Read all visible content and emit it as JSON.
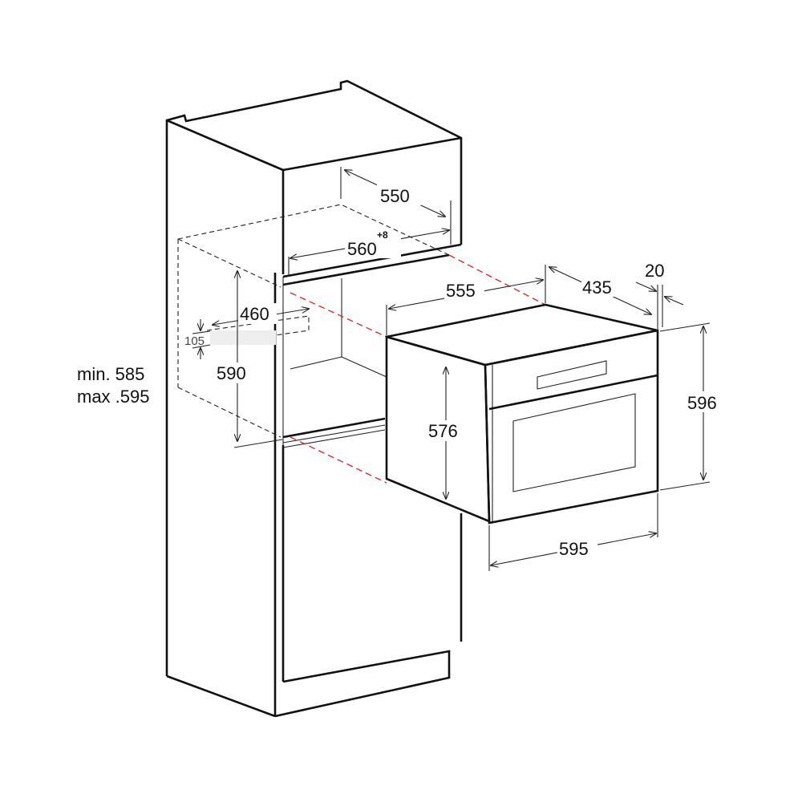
{
  "title": "Built-in oven installation dimensions",
  "colors": {
    "line": "#111111",
    "projection": "#e02020",
    "background": "#ffffff"
  },
  "dimensions": {
    "cabinet_depth": "550",
    "niche_width": "560",
    "niche_width_tolerance": "+8",
    "oven_depth": "555",
    "oven_depth_rear": "435",
    "front_panel_thickness": "20",
    "vent_width": "460",
    "vent_height": "105",
    "niche_height": "590",
    "oven_body_height": "576",
    "oven_front_height": "596",
    "oven_front_width": "595",
    "cabinet_min": "min. 585",
    "cabinet_max": "max .595"
  }
}
